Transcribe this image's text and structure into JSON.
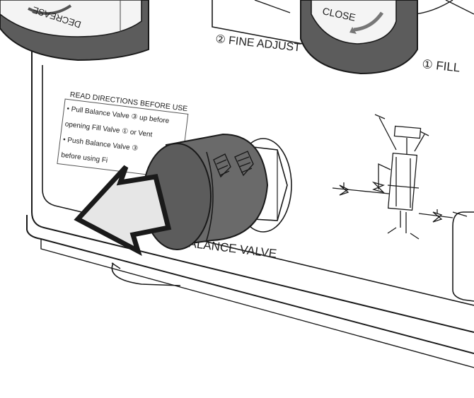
{
  "knobs": {
    "decrease_label": "DECREASE",
    "close_label": "CLOSE"
  },
  "labels": {
    "fine_adjust": "② FINE ADJUST",
    "fill": "① FILL",
    "balance_valve": "BALANCE VALVE"
  },
  "directions": {
    "heading": "READ DIRECTIONS BEFORE USE",
    "lines": [
      "• Pull Balance Valve ③ up before",
      "opening Fill Valve ① or Vent",
      "• Push Balance Valve ③",
      "before using Fi"
    ]
  },
  "colors": {
    "knob_dark": "#5c5c5c",
    "knob_mid": "#7a7a7a",
    "line": "#1a1a1a",
    "arrow_fill": "#e6e6e6"
  }
}
